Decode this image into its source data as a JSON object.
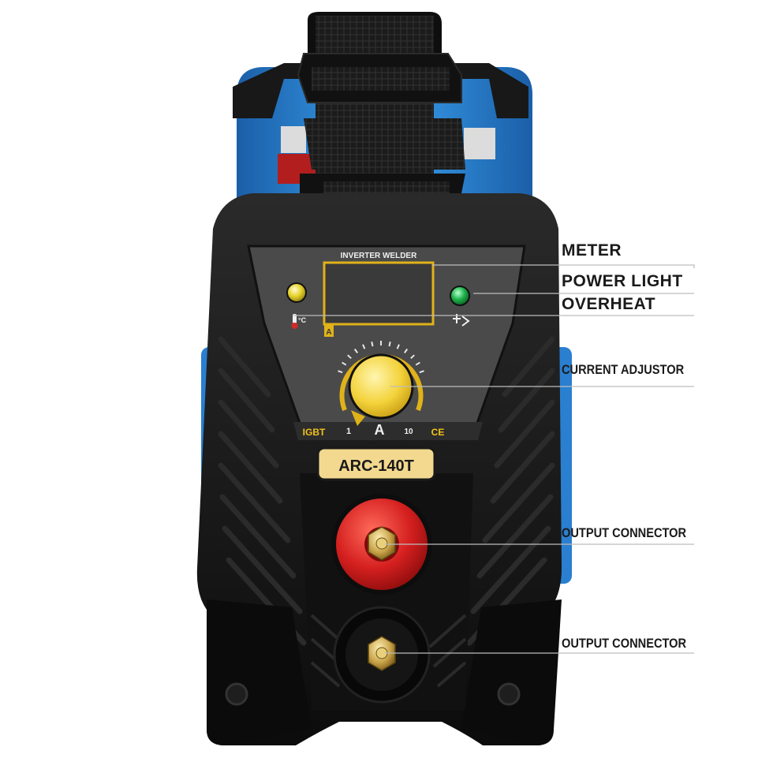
{
  "product": {
    "panel_title": "INVERTER WELDER",
    "model": "ARC-140T",
    "display_unit": "A",
    "knob_unit": "A",
    "knob_min": "1",
    "knob_max": "10",
    "igbt_mark": "IGBT",
    "ce_mark": "CE",
    "overheat_symbol": "°C"
  },
  "callouts": [
    {
      "id": "meter",
      "label": "METER"
    },
    {
      "id": "power-light",
      "label": "POWER LIGHT"
    },
    {
      "id": "overheat",
      "label": "OVERHEAT"
    },
    {
      "id": "current-adjustor",
      "label": "CURRENT ADJUSTOR"
    },
    {
      "id": "output-connector-1",
      "label": "OUTPUT CONNECTOR"
    },
    {
      "id": "output-connector-2",
      "label": "OUTPUT CONNECTOR"
    }
  ],
  "colors": {
    "body_blue": "#2a86d6",
    "shell_black": "#151515",
    "panel_gray": "#4a4a4a",
    "accent_yellow": "#f2c21a",
    "power_green": "#1db34a",
    "connector_red": "#d41f1f",
    "brass": "#c9a44a"
  }
}
